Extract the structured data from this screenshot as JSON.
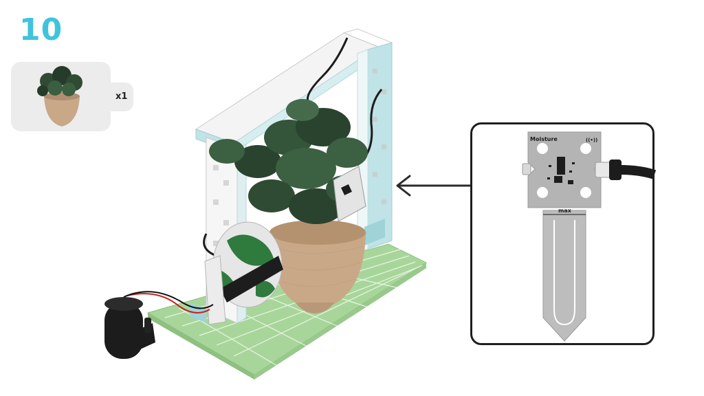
{
  "step": {
    "number": "10"
  },
  "parts": {
    "quantity": "x1",
    "icon": "potted-plant-icon"
  },
  "inset": {
    "sensor_label": "Moisture",
    "sensor_max": "max",
    "sensor_signal": "((•))",
    "pointer": "arrow-left-icon"
  },
  "colors": {
    "step_accent": "#3fc4dc",
    "base_plate": "#a8d69a",
    "frame": "#f4f4f4",
    "frame_accent": "#bfe3e6",
    "pot": "#c9a888",
    "leaf": "#2f4b33",
    "sensor_board": "#b4b4b4"
  }
}
